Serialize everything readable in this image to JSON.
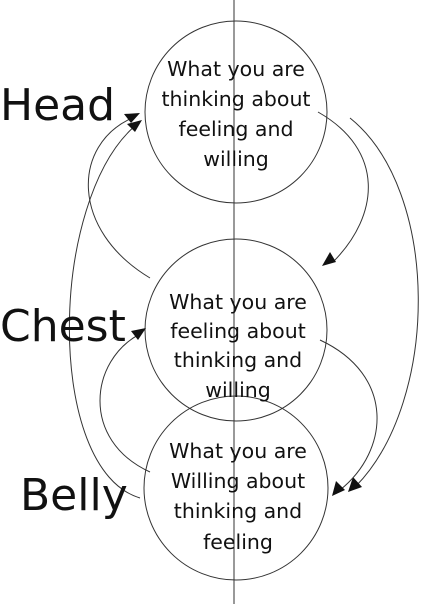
{
  "labels": {
    "head": "Head",
    "chest": "Chest",
    "belly": "Belly"
  },
  "circles": {
    "head": [
      "What you are",
      "thinking about",
      "feeling and",
      "willing"
    ],
    "chest": [
      "What you are",
      "feeling about",
      "thinking and",
      "willing"
    ],
    "belly": [
      "What you are",
      "Willing about",
      "thinking and",
      "feeling"
    ]
  },
  "colors": {
    "ink": "#111111",
    "stroke": "#333333",
    "background": "#ffffff"
  }
}
